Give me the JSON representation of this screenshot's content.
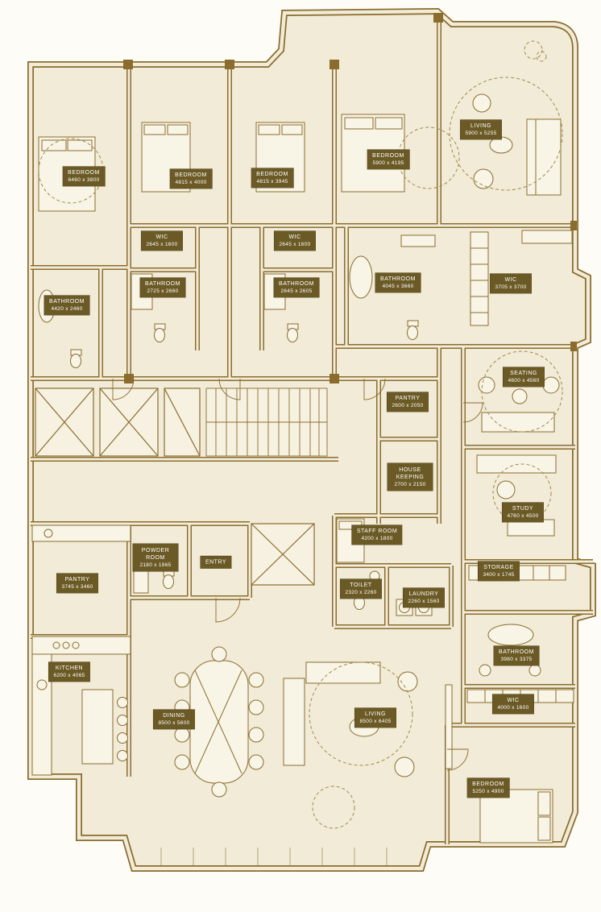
{
  "colors": {
    "wall": "#8a6d2e",
    "wall_fill": "#f1ebd8",
    "label_bg": "#6b5a25",
    "label_text": "#ffffff",
    "dashed_feature": "#a38a48",
    "paper": "#fdfcf6"
  },
  "rooms": [
    {
      "name": "BEDROOM",
      "size": "6460 x 3800"
    },
    {
      "name": "BEDROOM",
      "size": "4815 x 4000"
    },
    {
      "name": "BEDROOM",
      "size": "4815 x 3945"
    },
    {
      "name": "BEDROOM",
      "size": "5900 x 4195"
    },
    {
      "name": "LIVING",
      "size": "5900 x 5255"
    },
    {
      "name": "WIC",
      "size": "2645 x 1600"
    },
    {
      "name": "WIC",
      "size": "2645 x 1600"
    },
    {
      "name": "BATHROOM",
      "size": "2725 x 2660"
    },
    {
      "name": "BATHROOM",
      "size": "2645 x 2605"
    },
    {
      "name": "BATHROOM",
      "size": "4045 x 3660"
    },
    {
      "name": "WIC",
      "size": "3705 x 3700"
    },
    {
      "name": "BATHROOM",
      "size": "4420 x 2460"
    },
    {
      "name": "SEATING",
      "size": "4600 x 4560"
    },
    {
      "name": "PANTRY",
      "size": "2600 x 2050"
    },
    {
      "name": "HOUSE KEEPING",
      "size": "2700 x 2150"
    },
    {
      "name": "STUDY",
      "size": "4760 x 4500"
    },
    {
      "name": "STAFF ROOM",
      "size": "4200 x 1800"
    },
    {
      "name": "POWDER ROOM",
      "size": "2180 x 1965"
    },
    {
      "name": "ENTRY",
      "size": ""
    },
    {
      "name": "PANTRY",
      "size": "3745 x 3460"
    },
    {
      "name": "TOILET",
      "size": "2320 x 2260"
    },
    {
      "name": "LAUNDRY",
      "size": "2260 x 1560"
    },
    {
      "name": "STORAGE",
      "size": "3400 x 1745"
    },
    {
      "name": "BATHROOM",
      "size": "3980 x 3375"
    },
    {
      "name": "KITCHEN",
      "size": "6200 x 4065"
    },
    {
      "name": "WIC",
      "size": "4000 x 1600"
    },
    {
      "name": "DINING",
      "size": "8500 x 5600"
    },
    {
      "name": "LIVING",
      "size": "8500 x 6405"
    },
    {
      "name": "BEDROOM",
      "size": "5250 x 4900"
    }
  ]
}
